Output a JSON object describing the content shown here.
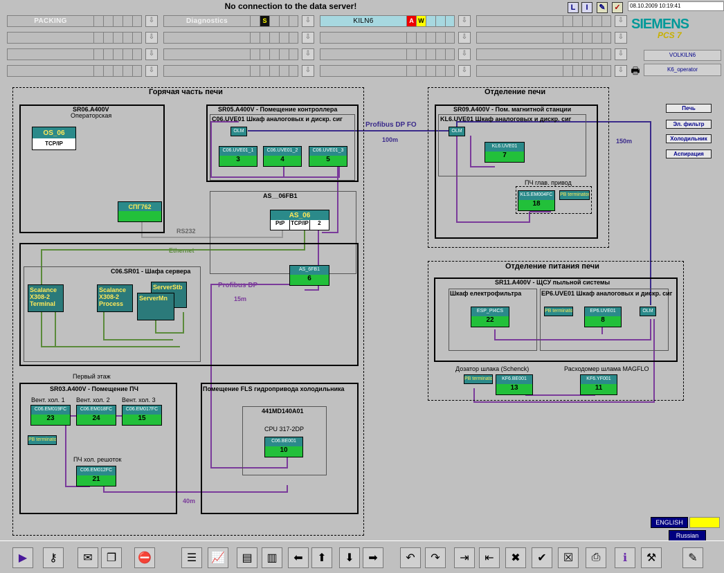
{
  "header": {
    "title": "No connection to the data server!",
    "datetime": "08.10.2009 10:19:41",
    "brand": "SIEMENS",
    "product": "PCS 7",
    "user": "VOLKILN6",
    "role": "K6_operator",
    "areas": [
      {
        "name": "PACKING",
        "f1": "",
        "f2": ""
      },
      {
        "name": "Diagnostics",
        "f1": "S",
        "f2": ""
      },
      {
        "name": "KILN6",
        "f1": "A",
        "f2": "W"
      }
    ],
    "quick": {
      "l": "L",
      "i": "I"
    }
  },
  "zones": {
    "hot": "Горячая часть печи",
    "kiln": "Отделение печи",
    "feed": "Отделение питания печи",
    "floor1": "Первый этаж",
    "fls": "Помещение FLS гидропривода холодильника"
  },
  "rooms": {
    "sr06": "SR06.A400V",
    "sr06_sub": "Операторская",
    "sr05": "SR05.A400V - Помещение контроллера",
    "c06uve": "C06.UVE01 Шкаф аналоговых и дискр. сиг",
    "as06fb": "AS__06FB1",
    "c06sr01": "C06.SR01 - Шафа сервера",
    "sr09": "SR09.A400V - Пом. магнитной станции",
    "kl6uve": "KL6.UVE01 Шкаф аналоговых и дискр. сиг",
    "pch_glav": "ПЧ глав. привод",
    "sr11": "SR11.A400V - ЩСУ пыльной системы",
    "esp_cab": "Шкаф електрофильтра",
    "ep6uve": "EP6.UVE01 Шкаф аналоговых и дискр. сиг",
    "sr03": "SR03.A400V - Помещение ПЧ",
    "cpu_box": "441MD140A01",
    "cpu": "CPU 317-2DP",
    "dozator": "Дозатор шлака (Schenck)",
    "rashod": "Расходомер шлама MAGFLO",
    "vent1": "Вент. хол. 1",
    "vent2": "Вент. хол. 2",
    "vent3": "Вент. хол. 3",
    "pch_resh": "ПЧ хол. решоток"
  },
  "devices": {
    "os06": "OS_06",
    "tcpip": "TCP/IP",
    "spg": "СПГ762",
    "olm": "OLM",
    "uve1": "C06.UVE01_1",
    "uve2": "C06.UVE01_2",
    "uve3": "C06.UVE01_3",
    "as06": "AS_06",
    "ptp": "PtP",
    "tcp": "TCP/IP",
    "as2": "2",
    "as6fb": "AS_6FB1",
    "n3": "3",
    "n4": "4",
    "n5": "5",
    "n6": "6",
    "olm2": "OLM",
    "kl6": "KL6.UVE01",
    "n7": "7",
    "kls": "KLS.EM004FC",
    "n18": "18",
    "pbt": "PB terminator",
    "esp": "ESP_PI4CS",
    "n22": "22",
    "ep6": "EP6.UVE01",
    "n8": "8",
    "olm3": "OLM",
    "kf6be": "KF6.BE001",
    "n13": "13",
    "kf6yf": "KF6.YF001",
    "n11": "11",
    "em019": "C06.EM019FC",
    "n23": "23",
    "em018": "C06.EM018FC",
    "n24": "24",
    "em017": "C06.EM017FC",
    "n15": "15",
    "em012": "C06.EM012FC",
    "n21": "21",
    "be001": "C06.BE001",
    "n10": "10",
    "sc1a": "Scalance",
    "sc1b": "X308-2",
    "sc1c": "Terminal",
    "sc2a": "Scalance",
    "sc2b": "X308-2",
    "sc2c": "Process",
    "srv1": "ServerStb",
    "srv2": "ServerMn"
  },
  "links": {
    "pbfo": "Profibus DP FO",
    "m100": "100m",
    "m150": "150m",
    "rs232": "RS232",
    "eth": "Ethernet",
    "pbdp": "Profibus DP",
    "m15": "15m",
    "m40": "40m"
  },
  "sidebar": [
    "Печь",
    "Эл. фильтр",
    "Холодильник",
    "Аспирация"
  ],
  "lang": {
    "en": "ENGLISH",
    "ru": "Russian"
  },
  "toolbar": [
    "play",
    "key",
    "report",
    "copy",
    "stop",
    "print-list",
    "trend",
    "faceplate",
    "faceplate2",
    "back",
    "up",
    "down",
    "forward",
    "undo",
    "redo",
    "next",
    "prev",
    "alarm-off",
    "alarm-ack",
    "alarm-mute",
    "printer-fault",
    "info",
    "tool",
    "draw"
  ]
}
